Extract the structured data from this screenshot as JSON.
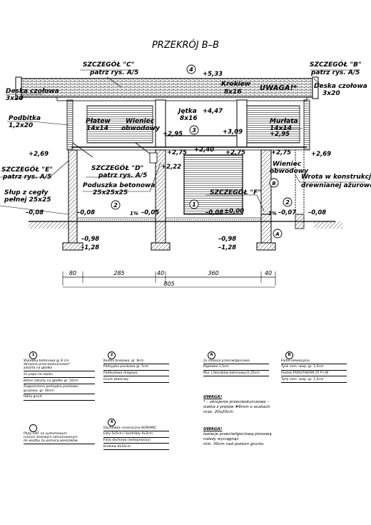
{
  "title": "PRZEKRÓJ B–B",
  "labels": {
    "szczegol_c": "SZCZEGÓŁ \"C\"",
    "szczegol_c_ref": "patrz rys. A/5",
    "szczegol_b": "SZCZEGÓŁ \"B\"",
    "szczegol_b_ref": "patrz rys. A/5",
    "deska_left": "Deska czołowa",
    "deska_left_size": "3x20",
    "deska_right": "Deska czołowa",
    "deska_right_size": "3x20",
    "krokiew": "Krokiew",
    "krokiew_size": "8x16",
    "uwaga": "UWAGA!*",
    "podbitka": "Podbitka",
    "podbitka_size": "1,2x20",
    "platew": "Płatew",
    "platew_size": "14x14",
    "wieniec1": "Wieniec",
    "wieniec1_b": "obwodowy",
    "jetka": "Jętka",
    "jetka_size": "8x16",
    "murlata": "Murłata",
    "murlata_size": "14x14",
    "wieniec2": "Wieniec",
    "wieniec2_b": "obwodowy",
    "szczegol_d": "SZCZEGÓŁ \"D\"",
    "szczegol_d_ref": "patrz rys. A/5",
    "poduszka": "Poduszka betonowa",
    "poduszka_size": "25x25x25",
    "szczegol_e": "SZCZEGÓŁ \"E\"",
    "szczegol_e_ref": "patrz rys. A/5",
    "slup": "Słup z cegły",
    "slup_b": "pełnej 25x25",
    "szczegol_f": "SZCZEGÓŁ \"F\"",
    "wrota": "Wrota w konstrukcji",
    "wrota_b": "drewnianej ażurowej",
    "slope": "1%",
    "slope2": "1%"
  },
  "elevations": {
    "e533": "+5,33",
    "e447": "+4,47",
    "e309": "+3,09",
    "e295a": "+2,95",
    "e295b": "+2,95",
    "e275a": "+2,75",
    "e240": "+2,40",
    "e275b": "+2,75",
    "e275c": "+2,75",
    "e269a": "+2,69",
    "e269b": "+2,69",
    "e222": "+2,22",
    "e000": "±0,00",
    "m008a": "–0,08",
    "m008b": "–0,08",
    "m005": "–0,05",
    "m008c": "–0,08",
    "m007": "–0,07",
    "m008d": "–0,08",
    "m098a": "–0,98",
    "m128a": "–1,28",
    "m098b": "–0,98",
    "m128b": "–1,28"
  },
  "markers": {
    "m4": "4",
    "m3": "3",
    "m2a": "2",
    "m1": "1",
    "mB": "B",
    "m2b": "2",
    "mA": "A"
  },
  "dimensions": {
    "d1": "80",
    "d2": "285",
    "d3": "40",
    "d4": "360",
    "d5": "40",
    "total": "805"
  },
  "legend": [
    {
      "marker": "1",
      "rows": [
        "Wylewka betonowa gr 8 cm\nzbrojona przeciwskurczowo*\nzatarta na gładko",
        "2x papa na lepiku",
        "Beton zatarty na gładko gr. 10cm",
        "Zagęszczona podsypka piaskowo–\ngruzowa, gr. 30cm",
        "Ubity grunt"
      ]
    },
    {
      "marker": "2",
      "rows": [
        "Kostka brukowa, gr. 8cm",
        "Podsypka piaskowa gr. 5cm",
        "Podbudowa drogowa",
        "Grunt właściwy"
      ]
    },
    {
      "marker": "A",
      "rows": [
        "2x izolacja przeciwilgociowa",
        "Papówka 1,5cm",
        "Mur z bloczków betonowych 25cm"
      ]
    },
    {
      "marker": "B",
      "rows": [
        "Farba elewacyjna",
        "Tynk cem.–wap. gr. 1,5cm",
        "Pustak POROTHERM 25 P+W",
        "Tynk cem.–wap. gr. 1,5cm"
      ]
    },
    {
      "marker": "",
      "rows": [
        "Płyty GKF na systemowym\nruszcie stalowym zamocowanym\ndo więźby za pomocą wieszaków."
      ]
    },
    {
      "marker": "4",
      "rows": [
        "Dachówka ceramiczna KORAMIC",
        "Łaty 5x5cm / kontrłaty 4x3cm",
        "Folia dachowa (wstępniaczy)",
        "Krokiew 8x16cm"
      ]
    }
  ],
  "notes": [
    {
      "heading": "UWAGA!",
      "body": "* – zbrojenie przeciwskurczowe –\nsiatka z prętów #6mm o oczkach\nmax. 20x20cm"
    },
    {
      "heading": "UWAGA!",
      "body": "Izolacje przeciwilgociową pionową\nnależy wyciągnąć\nmin. 30cm nad poziom gruntu"
    }
  ]
}
